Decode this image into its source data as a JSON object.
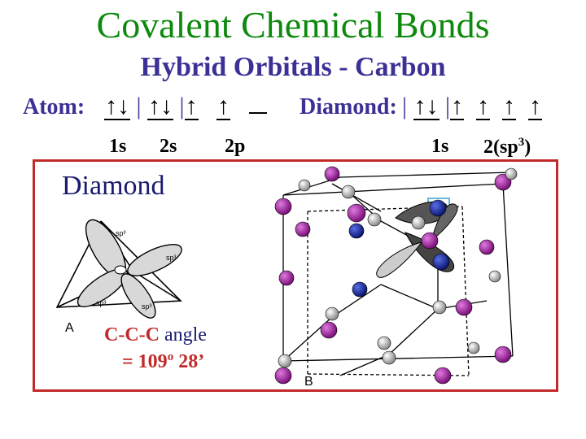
{
  "title": "Covalent Chemical Bonds",
  "subtitle": "Hybrid Orbitals - Carbon",
  "atom": {
    "label": "Atom:",
    "slot_1s": "↑↓",
    "slot_2s": "↑↓",
    "slot_2p_1": "↑",
    "slot_2p_2": "↑",
    "slot_2p_3": "",
    "sub_1s": "1s",
    "sub_2s": "2s",
    "sub_2p": "2p"
  },
  "diamond_config": {
    "label": "Diamond:",
    "slot_1s": "↑↓",
    "slot_sp3": [
      "↑",
      "↑",
      "↑",
      "↑"
    ],
    "sub_1s": "1s",
    "sub_sp3_prefix": "2(sp",
    "sub_sp3_sup": "3",
    "sub_sp3_suffix": ")"
  },
  "figure": {
    "heading": "Diamond",
    "panel_a_label": "A",
    "panel_b_label": "B",
    "lobe_labels": [
      "sp³",
      "sp³",
      "sp³",
      "sp³"
    ],
    "angle_prefix": "C-C-C",
    "angle_word": "angle",
    "angle_value": "= 109",
    "angle_sup": "o",
    "angle_suffix": " 28’"
  },
  "colors": {
    "title": "#0d8a0d",
    "subtitle": "#3a3096",
    "frame": "#c22a2a",
    "atom_purple": "#a21fa2",
    "atom_blue": "#1c2ca8",
    "atom_white": "#e8e8e8"
  }
}
